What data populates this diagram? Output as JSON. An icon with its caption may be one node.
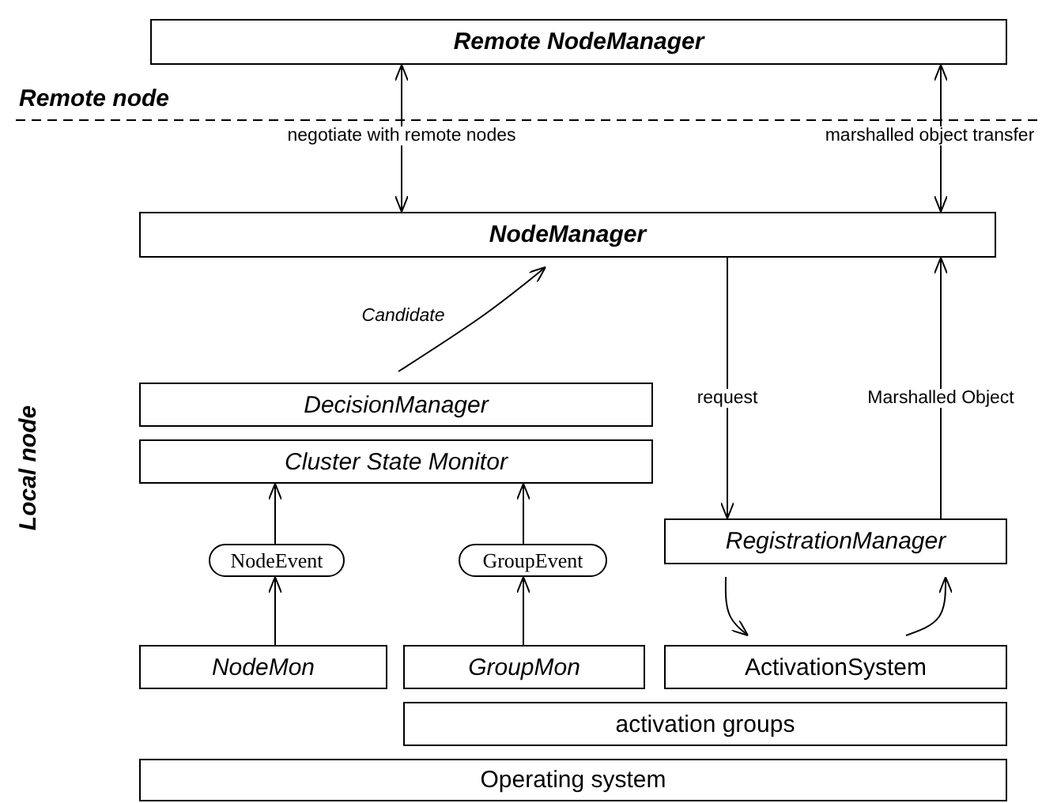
{
  "diagram": {
    "nodes": [
      {
        "text": [
          "Remote NodeManager"
        ]
      },
      {
        "text": [
          "NodeManager"
        ]
      },
      {
        "text": [
          "DecisionManager"
        ]
      },
      {
        "text": [
          "Cluster State Monitor"
        ]
      },
      {
        "text": [
          "NodeEvent"
        ]
      },
      {
        "text": [
          "GroupEvent"
        ]
      },
      {
        "text": [
          "RegistrationManager"
        ]
      },
      {
        "text": [
          "NodeMon"
        ]
      },
      {
        "text": [
          "GroupMon"
        ]
      },
      {
        "text": [
          "ActivationSystem"
        ]
      },
      {
        "text": [
          "activation groups"
        ]
      },
      {
        "text": [
          "Operating system"
        ]
      }
    ],
    "edges": [
      {
        "from": 1,
        "to": 0,
        "arrow": "both",
        "label": "negotiate with remote nodes"
      },
      {
        "from": 1,
        "to": 0,
        "arrow": "both",
        "label": "marshalled object transfer"
      },
      {
        "from": 2,
        "to": 1,
        "arrow": "to",
        "label": "Candidate"
      },
      {
        "from": 1,
        "to": 6,
        "arrow": "to",
        "label": "request"
      },
      {
        "from": 6,
        "to": 1,
        "arrow": "to",
        "label": "Marshalled Object"
      },
      {
        "from": 4,
        "to": 3,
        "arrow": "to"
      },
      {
        "from": 5,
        "to": 3,
        "arrow": "to"
      },
      {
        "from": 7,
        "to": 4,
        "arrow": "to"
      },
      {
        "from": 8,
        "to": 5,
        "arrow": "to"
      },
      {
        "from": 6,
        "to": 9,
        "arrow": "to"
      },
      {
        "from": 9,
        "to": 6,
        "arrow": "to"
      }
    ],
    "labels": [
      "Remote node",
      "Local node"
    ]
  }
}
